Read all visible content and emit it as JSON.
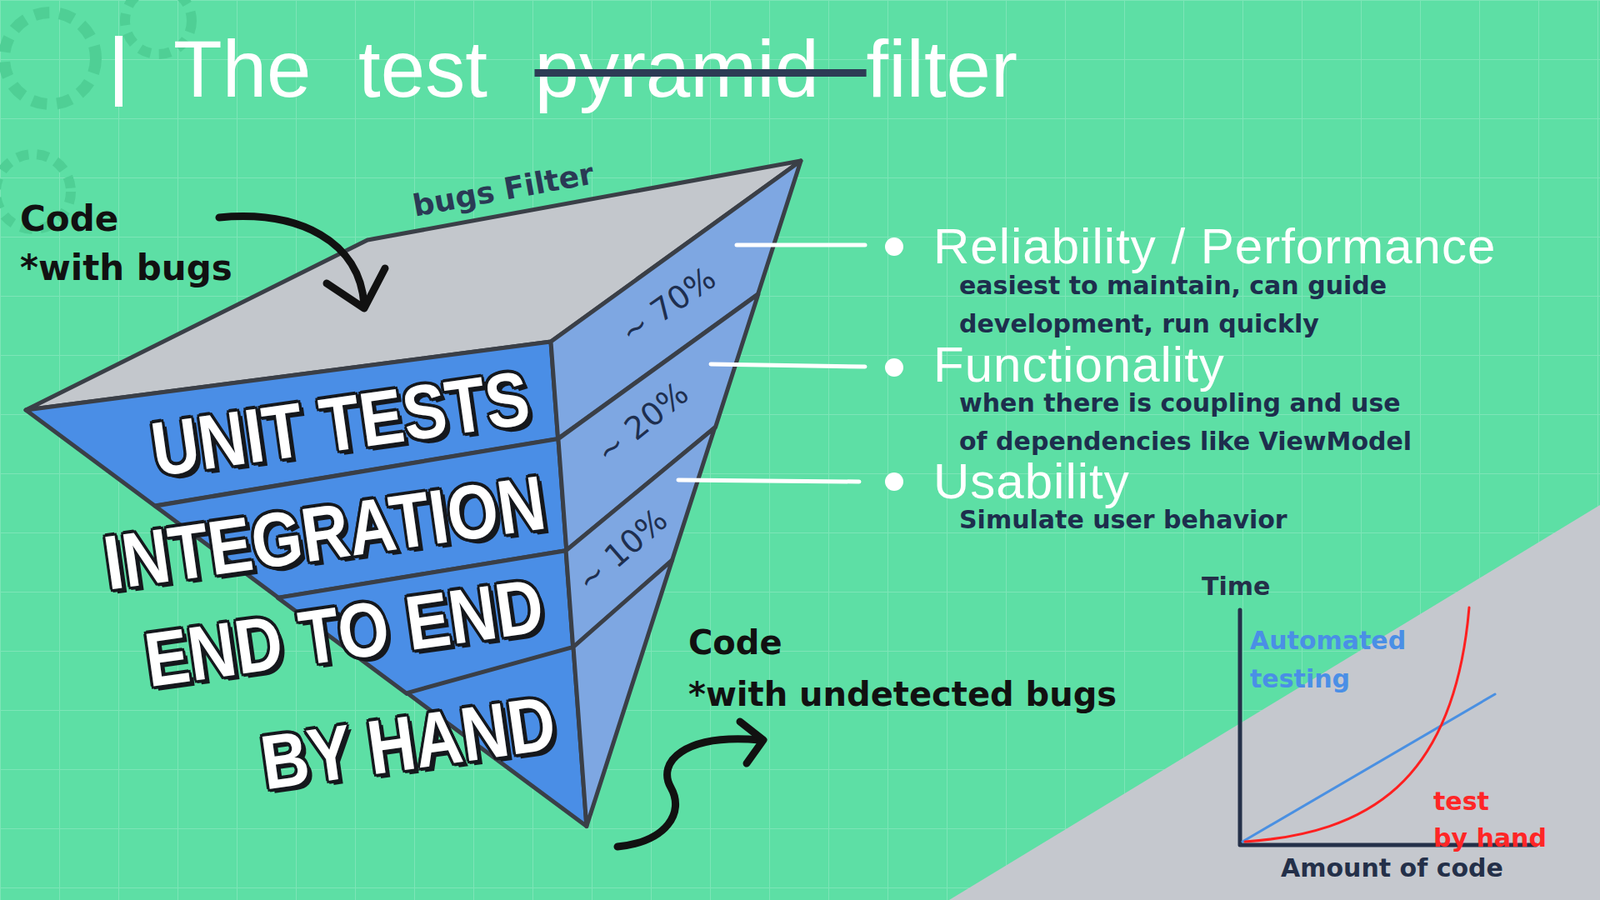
{
  "diagram": {
    "title": "The test pyramid filter",
    "nodes": [
      {
        "text": [
          "UNIT TESTS",
          "~ 70%"
        ]
      },
      {
        "text": [
          "INTEGRATION",
          "~ 20%"
        ]
      },
      {
        "text": [
          "END TO END",
          "~ 10%"
        ]
      },
      {
        "text": [
          "BY HAND"
        ]
      }
    ],
    "labels": [
      "bugs Filter",
      "Code *with bugs",
      "Reliability / Performance",
      "easiest to maintain, can guide development, run quickly",
      "Functionality",
      "when there is coupling and use of dependencies like ViewModel",
      "Usability",
      "Simulate user behavior",
      "Code *with undetected bugs",
      "Time",
      "Automated testing",
      "test by hand",
      "Amount of code"
    ]
  }
}
